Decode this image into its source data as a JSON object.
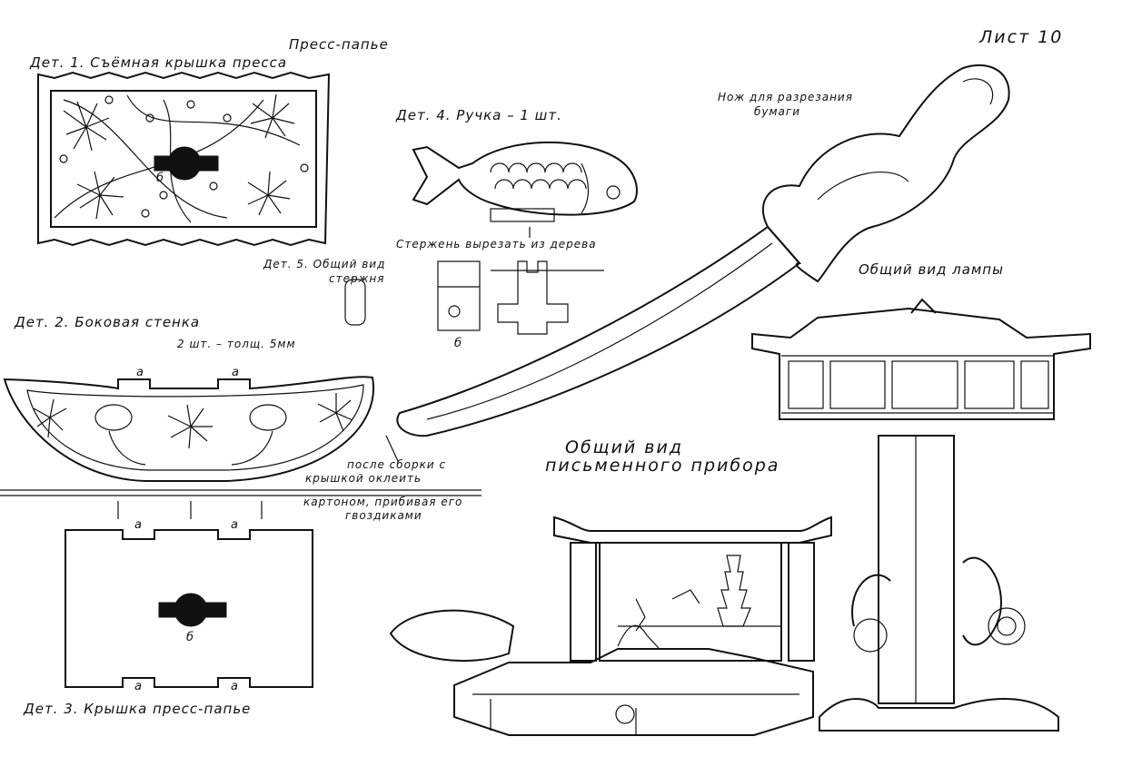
{
  "sheet": {
    "sheet_number": "Лист 10",
    "title_press": "Пресс-папье"
  },
  "parts": {
    "det1": "Дет. 1. Съёмная крышка пресса",
    "det2_title": "Дет. 2. Боковая стенка",
    "det2_sub": "2 шт. – толщ. 5мм",
    "det3": "Дет. 3. Крышка пресс-папье",
    "det4": "Дет. 4. Ручка – 1 шт.",
    "det5_line1": "Дет. 5. Общий вид",
    "det5_line2": "стержня",
    "rod_note": "Стержень вырезать из дерева"
  },
  "notes": {
    "glue_line1": "после сборки с",
    "glue_line2": "крышкой оклеить",
    "glue_line3": "картоном, прибивая его",
    "glue_line4": "гвоздиками"
  },
  "views": {
    "knife": "Нож для разрезания",
    "knife_2": "бумаги",
    "lamp": "Общий вид лампы",
    "set_line1": "Общий вид",
    "set_line2": "письменного прибора"
  },
  "marks": {
    "a": "а",
    "b": "б"
  },
  "icons": {
    "lid_lattice": "floral-fretwork-panel",
    "side_wall": "crescent-fretwork-panel",
    "fish_handle": "fish-carving",
    "knife": "dragon-handled-paper-knife",
    "lamp": "pagoda-lamp",
    "writing_set": "writing-set-with-pagoda-screen"
  }
}
